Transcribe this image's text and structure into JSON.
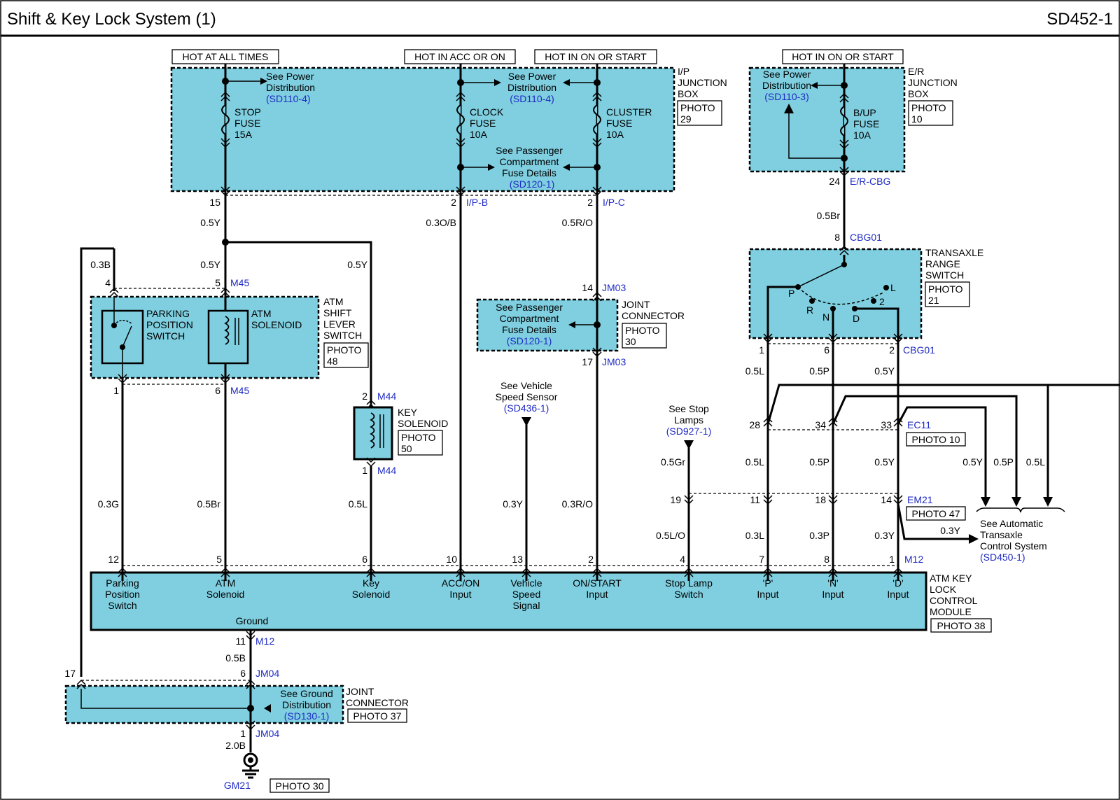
{
  "header": {
    "title": "Shift & Key Lock System (1)",
    "code": "SD452-1"
  },
  "hot_labels": {
    "all_times": "HOT AT ALL TIMES",
    "acc_or_on": "HOT IN ACC OR ON",
    "on_or_start_ip": "HOT IN ON OR START",
    "on_or_start_er": "HOT IN ON OR START"
  },
  "ip_junction_box": {
    "name": [
      "I/P",
      "JUNCTION",
      "BOX"
    ],
    "photo": [
      "PHOTO",
      "29"
    ],
    "stop_fuse": {
      "name": [
        "STOP",
        "FUSE",
        "15A"
      ],
      "see": [
        "See Power",
        "Distribution"
      ],
      "ref": "(SD110-4)"
    },
    "clock_fuse": {
      "name": [
        "CLOCK",
        "FUSE",
        "10A"
      ]
    },
    "cluster_fuse": {
      "name": [
        "CLUSTER",
        "FUSE",
        "10A"
      ]
    },
    "power_see": [
      "See Power",
      "Distribution"
    ],
    "power_ref": "(SD110-4)",
    "passenger_see": [
      "See Passenger",
      "Compartment",
      "Fuse Details"
    ],
    "passenger_ref": "(SD120-1)"
  },
  "er_junction_box": {
    "name": [
      "E/R",
      "JUNCTION",
      "BOX"
    ],
    "photo": [
      "PHOTO",
      "10"
    ],
    "fuse": [
      "B/UP",
      "FUSE",
      "10A"
    ],
    "see": [
      "See Power",
      "Distribution"
    ],
    "ref": "(SD110-3)"
  },
  "connectors": {
    "ip_15": "15",
    "ip_b_pin": "2",
    "ip_b": "I/P-B",
    "ip_c_pin": "2",
    "ip_c": "I/P-C",
    "er_pin": "24",
    "er": "E/R-CBG",
    "cbg01_in_pin": "8",
    "cbg01_in": "CBG01",
    "m45_top_a": "4",
    "m45_top_b": "5",
    "m45_top": "M45",
    "m45_bot_a": "1",
    "m45_bot_b": "6",
    "m45_bot": "M45",
    "m44_top_pin": "2",
    "m44_top": "M44",
    "m44_bot_pin": "1",
    "m44_bot": "M44",
    "jm03_top_pin": "14",
    "jm03_top": "JM03",
    "jm03_bot_pin": "17",
    "jm03_bot": "JM03",
    "cbg01_p": "1",
    "cbg01_n": "6",
    "cbg01_d": "2",
    "cbg01_out": "CBG01",
    "ec11_a": "28",
    "ec11_b": "34",
    "ec11_c": "33",
    "ec11": "EC11",
    "ec11_photo": "PHOTO 10",
    "em21_a": "19",
    "em21_b": "11",
    "em21_c": "18",
    "em21_d": "14",
    "em21": "EM21",
    "em21_photo": "PHOTO 47",
    "m12_pins": [
      "12",
      "5",
      "6",
      "10",
      "13",
      "2",
      "4",
      "7",
      "8",
      "1"
    ],
    "m12": "M12",
    "m12_gnd_pin": "11",
    "m12_gnd": "M12",
    "jm04_top_a": "17",
    "jm04_top_b": "6",
    "jm04_top": "JM04",
    "jm04_bot_pin": "1",
    "jm04_bot": "JM04",
    "gm21": "GM21",
    "gm21_photo": "PHOTO 30"
  },
  "wires": {
    "w_05y_a": "0.5Y",
    "w_03ob": "0.3O/B",
    "w_05ro": "0.5R/O",
    "w_05br_er": "0.5Br",
    "w_03b": "0.3B",
    "w_05y_b": "0.5Y",
    "w_05y_c": "0.5Y",
    "w_03g": "0.3G",
    "w_05br": "0.5Br",
    "w_05l_key": "0.5L",
    "w_03y_vss": "0.3Y",
    "w_03ro": "0.3R/O",
    "w_05l_p": "0.5L",
    "w_05p_n": "0.5P",
    "w_05y_d": "0.5Y",
    "w_05l_p2": "0.5L",
    "w_05p_n2": "0.5P",
    "w_05y_d2": "0.5Y",
    "w_05gr": "0.5Gr",
    "w_05lo": "0.5L/O",
    "w_03l": "0.3L",
    "w_03p": "0.3P",
    "w_03y": "0.3Y",
    "w_03y_tcm": "0.3Y",
    "w_r05y": "0.5Y",
    "w_r05p": "0.5P",
    "w_r05l": "0.5L",
    "w_05b": "0.5B",
    "w_20b": "2.0B"
  },
  "shift_lever_switch": {
    "name": [
      "ATM",
      "SHIFT",
      "LEVER",
      "SWITCH"
    ],
    "photo": [
      "PHOTO",
      "48"
    ],
    "parking": [
      "PARKING",
      "POSITION",
      "SWITCH"
    ],
    "solenoid": [
      "ATM",
      "SOLENOID"
    ]
  },
  "key_solenoid": {
    "name": [
      "KEY",
      "SOLENOID"
    ],
    "photo": [
      "PHOTO",
      "50"
    ]
  },
  "joint_connector_jm03": {
    "name": [
      "JOINT",
      "CONNECTOR"
    ],
    "photo": [
      "PHOTO",
      "30"
    ],
    "see": [
      "See Passenger",
      "Compartment",
      "Fuse Details"
    ],
    "ref": "(SD120-1)"
  },
  "vehicle_speed": {
    "see": [
      "See Vehicle",
      "Speed Sensor"
    ],
    "ref": "(SD436-1)"
  },
  "stop_lamps": {
    "see": [
      "See Stop",
      "Lamps"
    ],
    "ref": "(SD927-1)"
  },
  "transaxle_range_switch": {
    "name": [
      "TRANSAXLE",
      "RANGE",
      "SWITCH"
    ],
    "photo": [
      "PHOTO",
      "21"
    ],
    "positions": [
      "P",
      "R",
      "N",
      "D",
      "2",
      "L"
    ]
  },
  "automatic_transaxle": {
    "see": [
      "See Automatic",
      "Transaxle",
      "Control System"
    ],
    "ref": "(SD450-1)"
  },
  "control_module": {
    "name": [
      "ATM KEY",
      "LOCK",
      "CONTROL",
      "MODULE"
    ],
    "photo": "PHOTO 38",
    "ground": "Ground",
    "inputs": [
      [
        "Parking",
        "Position",
        "Switch"
      ],
      [
        "ATM",
        "Solenoid"
      ],
      [
        "Key",
        "Solenoid"
      ],
      [
        "ACC/ON",
        "Input"
      ],
      [
        "Vehicle",
        "Speed",
        "Signal"
      ],
      [
        "ON/START",
        "Input"
      ],
      [
        "Stop Lamp",
        "Switch"
      ],
      [
        "'P'",
        "Input"
      ],
      [
        "'N'",
        "Input"
      ],
      [
        "'D'",
        "Input"
      ]
    ]
  },
  "joint_connector_jm04": {
    "name": [
      "JOINT",
      "CONNECTOR"
    ],
    "photo": "PHOTO 37",
    "see": [
      "See Ground",
      "Distribution"
    ],
    "ref": "(SD130-1)"
  },
  "colors": {
    "fill": "#7fcfe0",
    "reference_text": "#1f2bc4",
    "line": "#000000"
  }
}
